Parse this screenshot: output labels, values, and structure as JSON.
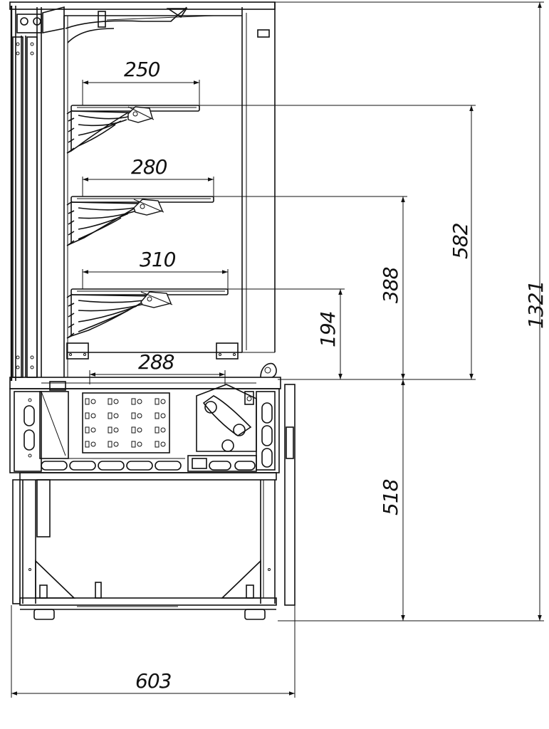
{
  "dimensions": {
    "shelf_top_width": "250",
    "shelf_mid_width": "280",
    "shelf_bottom_width": "310",
    "base_shelf_width": "288",
    "height_to_shelf_3": "194",
    "height_to_shelf_2": "388",
    "height_to_shelf_1": "582",
    "total_height": "1321",
    "base_height": "518",
    "total_depth": "603"
  }
}
